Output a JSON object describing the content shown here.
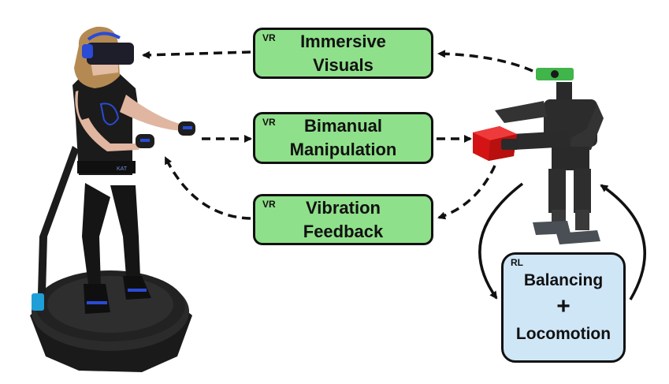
{
  "boxes": {
    "visuals": {
      "tag": "VR",
      "line1": "Immersive",
      "line2": "Visuals"
    },
    "manipulation": {
      "tag": "VR",
      "line1": "Bimanual",
      "line2": "Manipulation"
    },
    "feedback": {
      "tag": "VR",
      "line1": "Vibration",
      "line2": "Feedback"
    },
    "rl": {
      "tag": "RL",
      "line1": "Balancing",
      "plus": "+",
      "line2": "Locomotion"
    }
  },
  "colors": {
    "vr_box": "#8fe08a",
    "rl_box": "#cfe6f7",
    "arrow": "#111111",
    "cube": "#e01818",
    "camera": "#3fb54a",
    "controller_accent": "#2a4bd6"
  }
}
